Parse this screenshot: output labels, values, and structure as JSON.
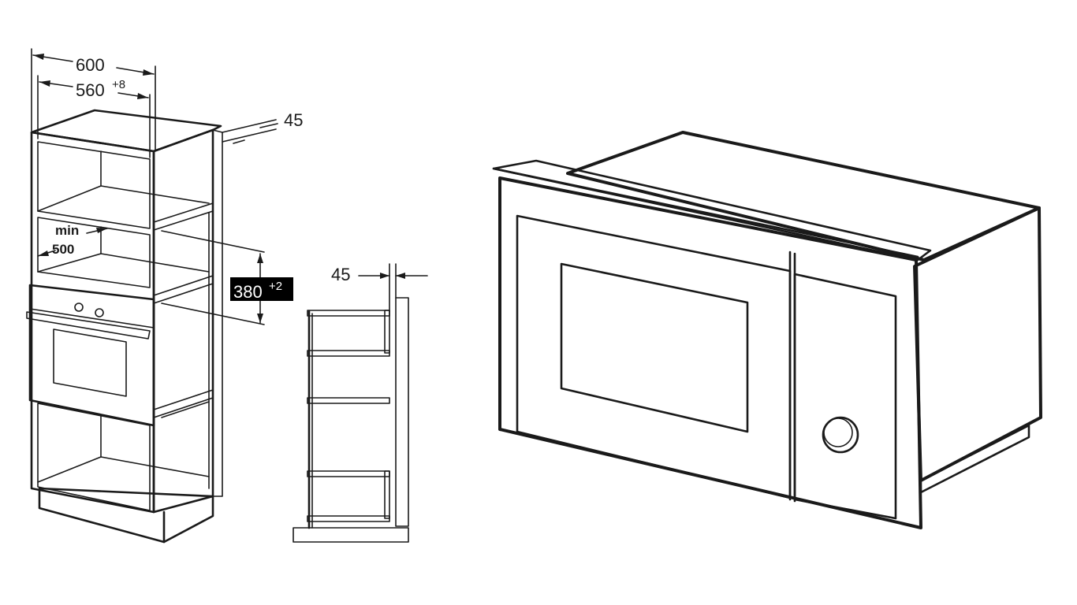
{
  "dimensions": {
    "overall_width": "600",
    "niche_width": "560",
    "niche_width_tolerance": "+8",
    "rear_gap": "45",
    "min_label": "min",
    "min_value": "500",
    "niche_height": "380",
    "niche_height_tolerance": "+2",
    "side_gap": "45"
  },
  "colors": {
    "line": "#1a1a1a",
    "panel": "#f2f2f2",
    "wall": "#cfcfcf",
    "door": "#9a9a9a",
    "window": "#c6c6c6",
    "side": "#d9d9d9",
    "highlight": "#000000"
  }
}
